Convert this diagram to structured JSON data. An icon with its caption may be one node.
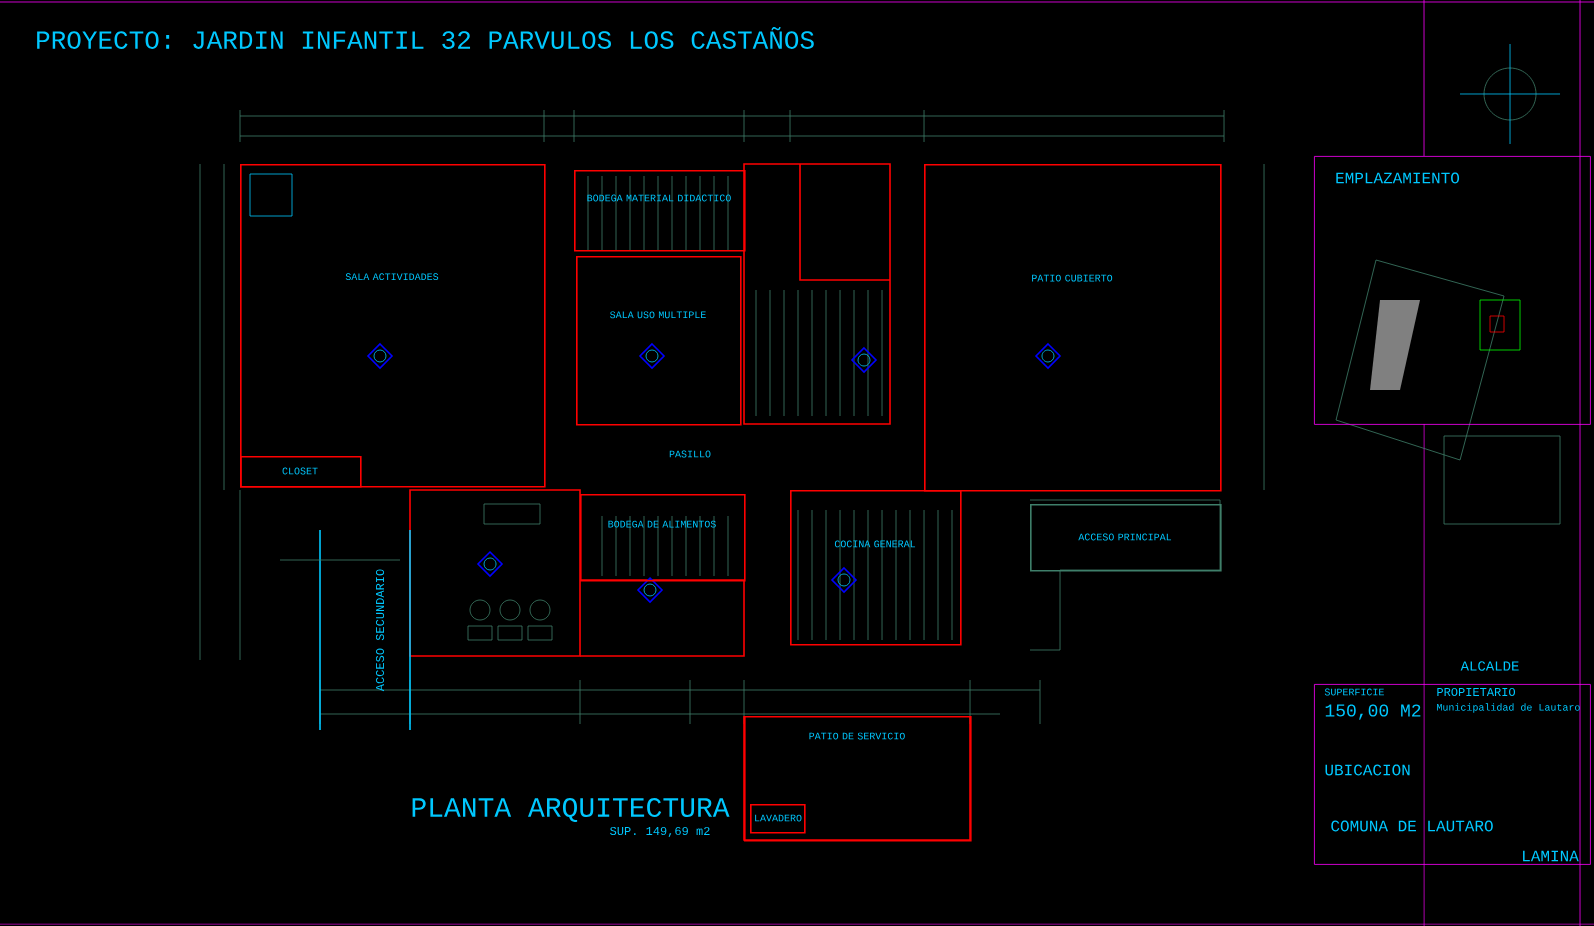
{
  "diagram": {
    "title": "PROYECTO: JARDIN INFANTIL 32 PARVULOS LOS CASTAÑOS",
    "nodes": [
      {
        "text": [
          "SALA ACTIVIDADES"
        ]
      },
      {
        "text": [
          "BODEGA MATERIAL DIDACTICO"
        ]
      },
      {
        "text": [
          "SALA USO MULTIPLE"
        ]
      },
      {
        "text": [
          "PATIO CUBIERTO"
        ]
      },
      {
        "text": [
          "BODEGA DE ALIMENTOS"
        ]
      },
      {
        "text": [
          "COCINA GENERAL"
        ]
      },
      {
        "text": [
          "CLOSET"
        ],
        "in": 0
      },
      {
        "text": [
          "ACCESO PRINCIPAL"
        ]
      },
      {
        "text": [
          "PATIO DE SERVICIO"
        ]
      },
      {
        "text": [
          "LAVADERO"
        ],
        "in": 8
      },
      {
        "text": [
          "EMPLAZAMIENTO"
        ]
      },
      {
        "text": [
          "SUPERFICIE",
          "150,00 M2",
          "PROPIETARIO",
          "Municipalidad de Lautaro",
          "UBICACION",
          "COMUNA DE LAUTARO"
        ]
      }
    ],
    "labels": [
      "PASILLO",
      "ACCESO SECUNDARIO",
      "PLANTA ARQUITECTURA",
      "SUP. 149,69 m2",
      "ALCALDE",
      "LAMINA"
    ]
  }
}
